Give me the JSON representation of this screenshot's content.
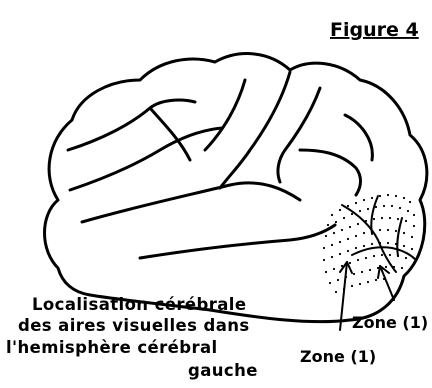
{
  "figure": {
    "title": "Figure 4",
    "caption": {
      "line1": "Localisation cérébrale",
      "line2": "des aires visuelles dans",
      "line3": "l'hemisphère cérébral",
      "line4": "gauche"
    },
    "labels": {
      "zone_right": "Zone (1)",
      "zone_left": "Zone (1)"
    }
  }
}
